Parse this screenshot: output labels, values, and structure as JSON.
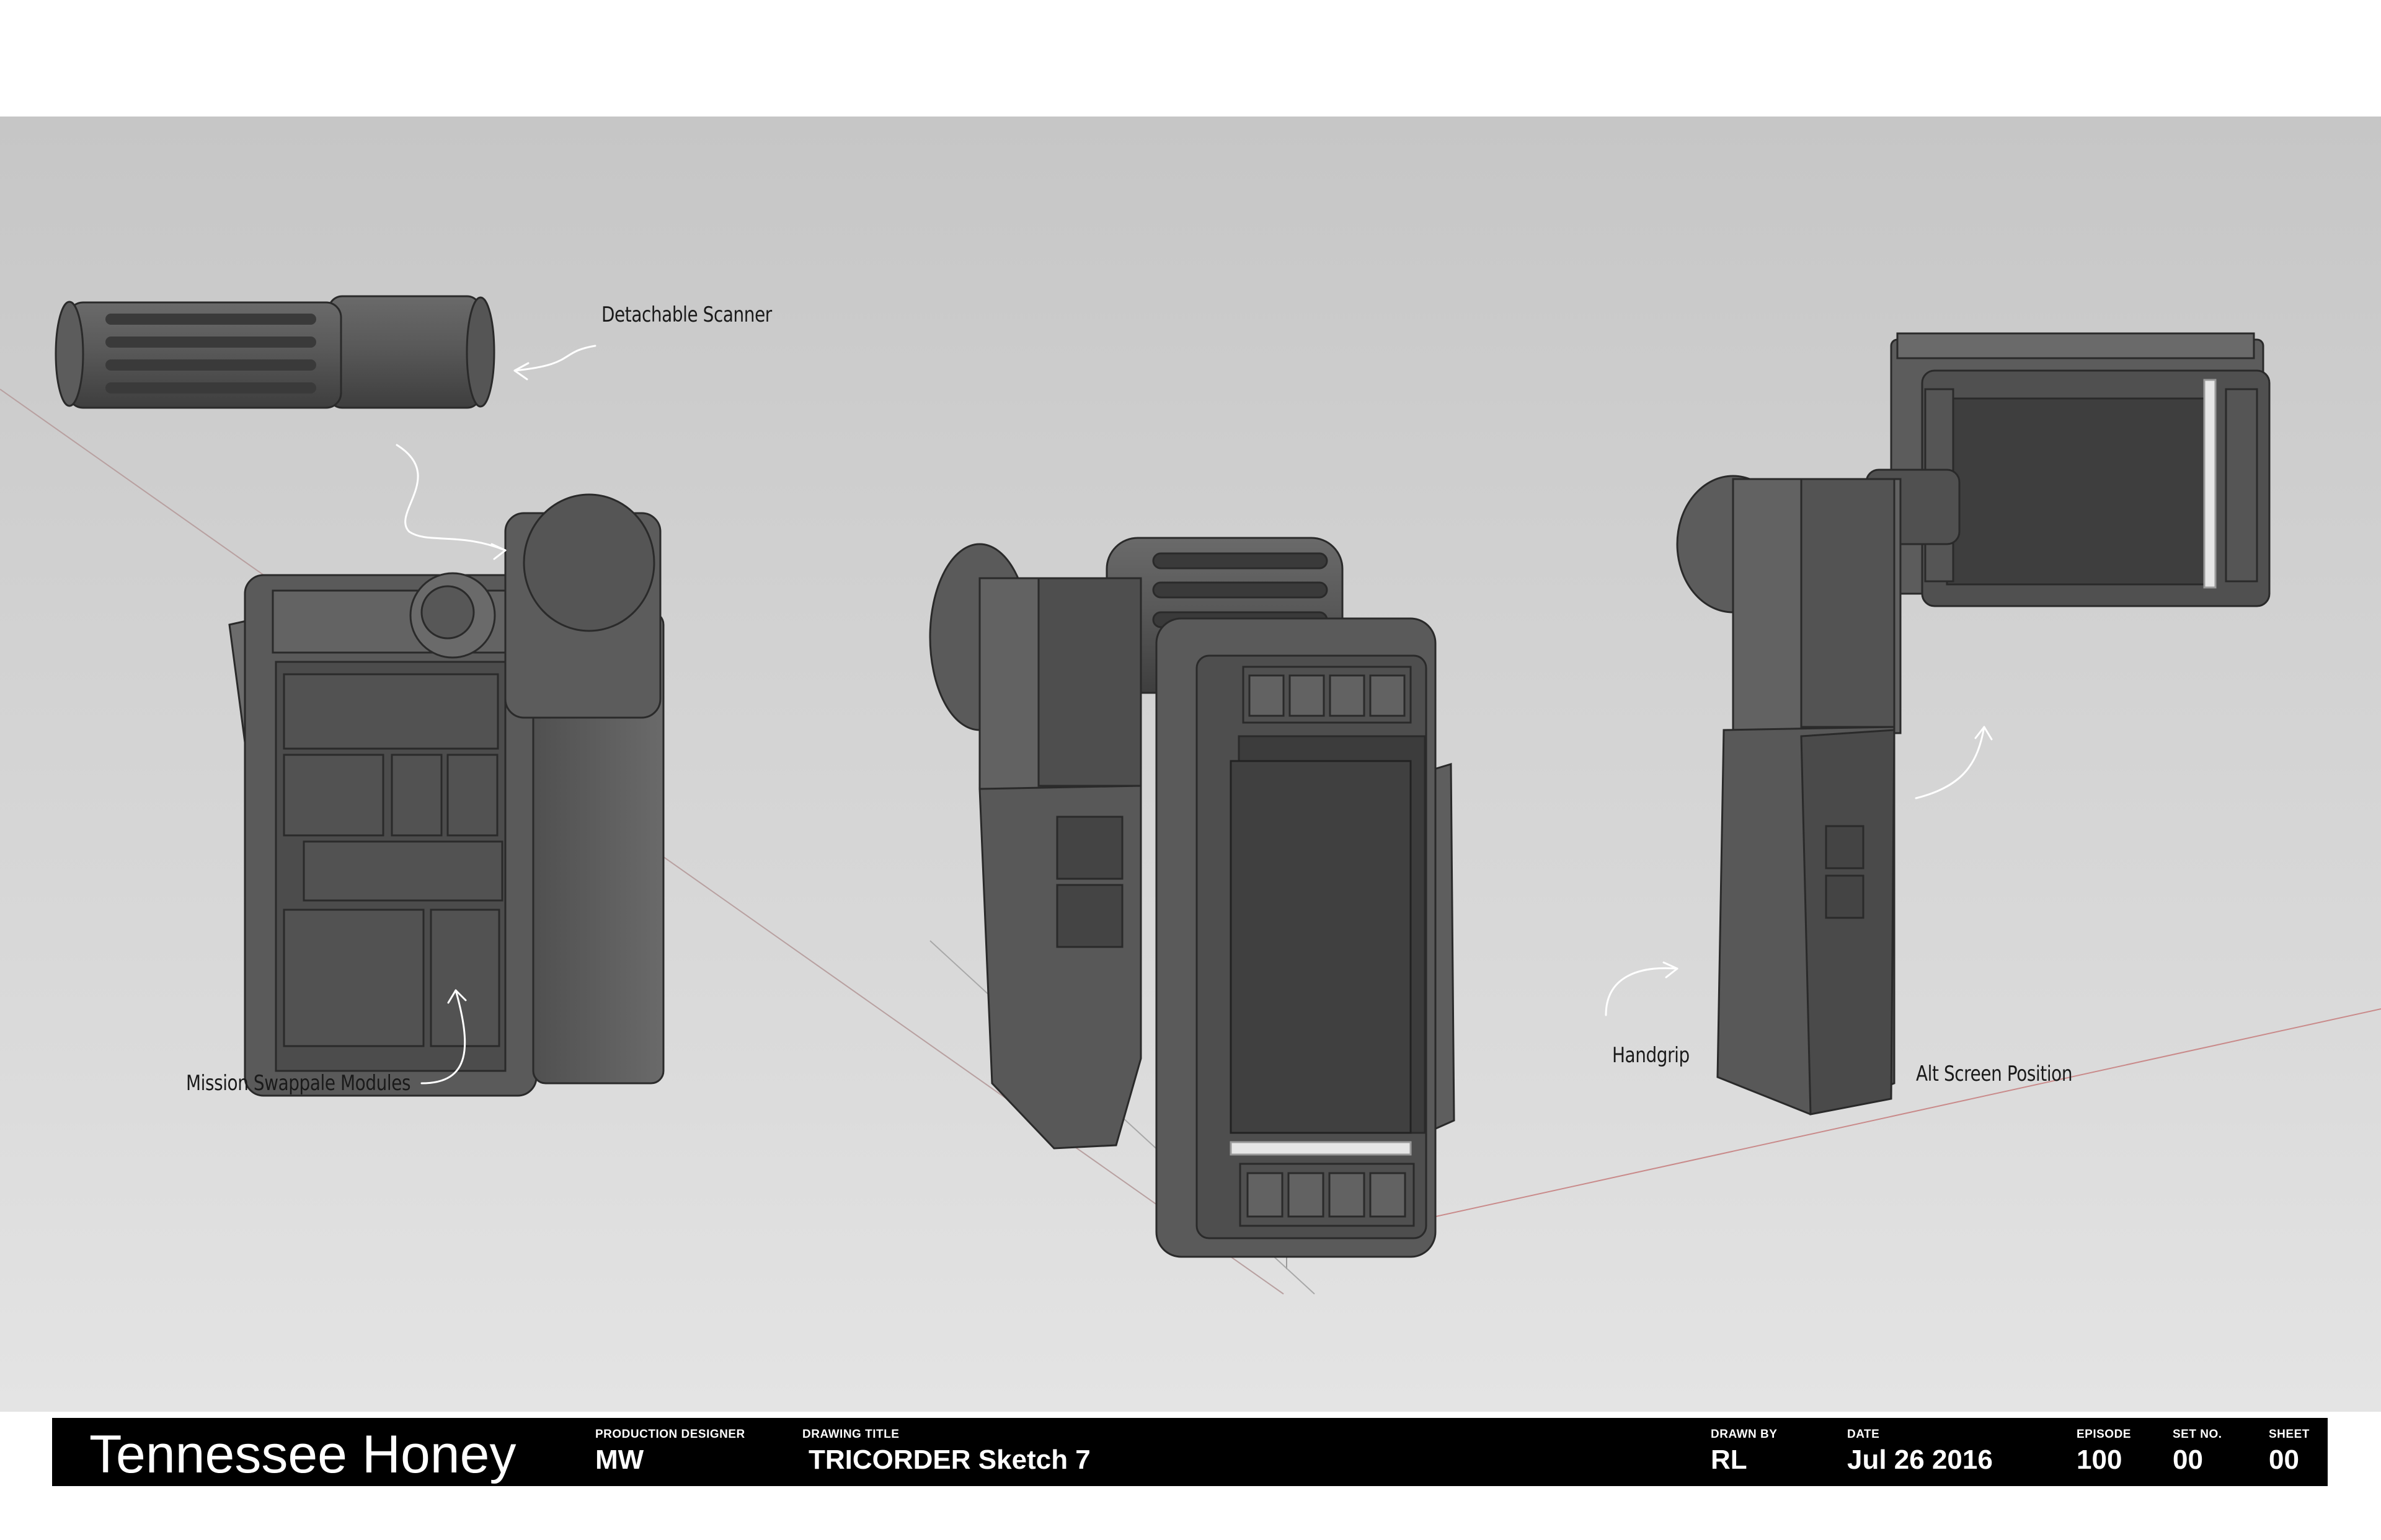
{
  "callouts": {
    "scanner": "Detachable Scanner",
    "modules": "Mission Swappale Modules",
    "handgrip": "Handgrip",
    "alt_screen": "Alt Screen Position"
  },
  "title_block": {
    "project": "Tennessee Honey",
    "production_designer_label": "PRODUCTION DESIGNER",
    "production_designer": "MW",
    "drawing_title_label": "DRAWING TITLE",
    "drawing_title": "TRICORDER Sketch 7",
    "drawn_by_label": "DRAWN BY",
    "drawn_by": "RL",
    "date_label": "DATE",
    "date": "Jul 26 2016",
    "episode_label": "EPISODE",
    "episode": "100",
    "set_no_label": "SET NO.",
    "set_no": "00",
    "sheet_label": "SHEET",
    "sheet": "00"
  },
  "colors": {
    "body_dark": "#4a4a4a",
    "body_mid": "#5e5e5e",
    "body_light": "#7a7a7a",
    "screen": "#3c3c3c",
    "edge": "#2a2a2a",
    "axis_red": "#c98a8a"
  }
}
